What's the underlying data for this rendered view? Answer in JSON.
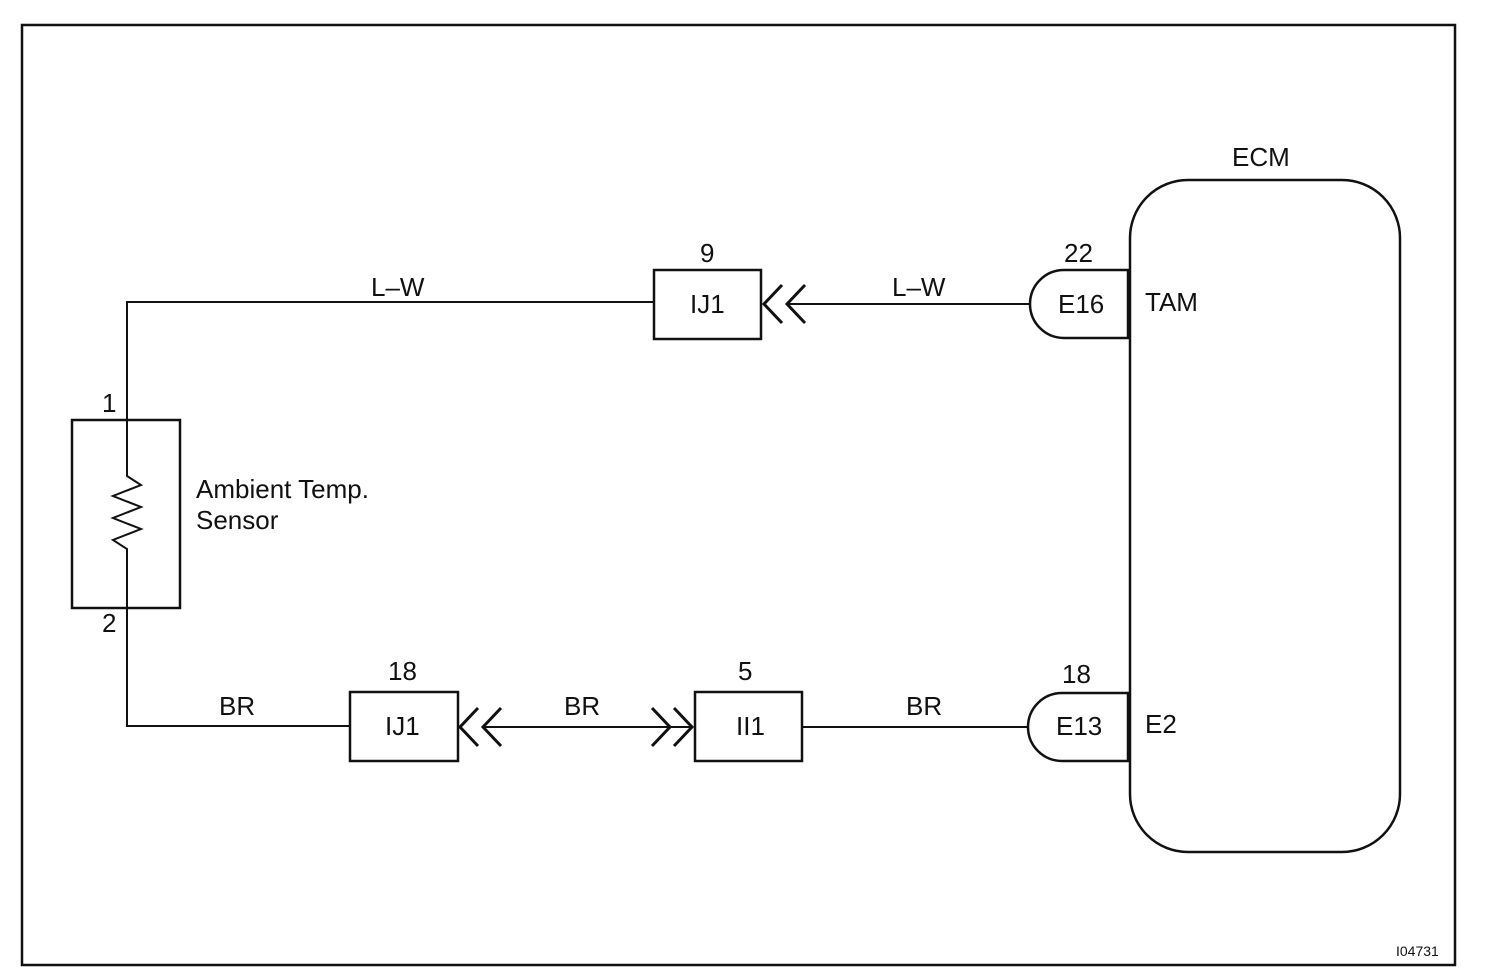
{
  "ecm": {
    "label": "ECM",
    "pin_tam": "TAM",
    "pin_e2": "E2"
  },
  "sensor": {
    "label_line1": "Ambient Temp.",
    "label_line2": "Sensor",
    "pin_1": "1",
    "pin_2": "2"
  },
  "top_wire": {
    "color_left": "L–W",
    "color_right": "L–W",
    "junction": {
      "label": "IJ1",
      "pin": "9"
    },
    "ecm_connector": {
      "label": "E16",
      "pin": "22"
    }
  },
  "bottom_wire": {
    "color_left": "BR",
    "color_middle": "BR",
    "color_right": "BR",
    "junction_left": {
      "label": "IJ1",
      "pin": "18"
    },
    "junction_right": {
      "label": "II1",
      "pin": "5"
    },
    "ecm_connector": {
      "label": "E13",
      "pin": "18"
    }
  },
  "figure_code": "I04731"
}
